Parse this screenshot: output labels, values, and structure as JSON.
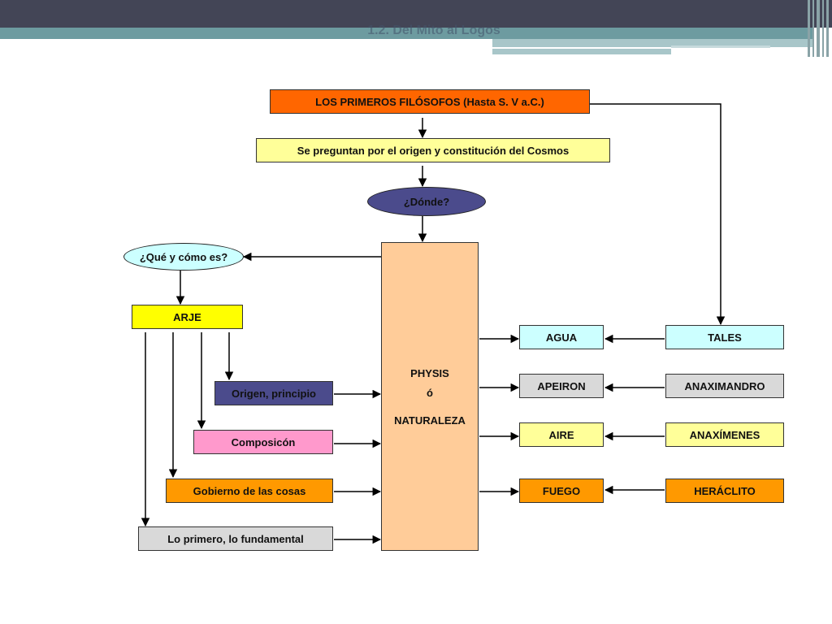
{
  "slide": {
    "title": "1.2. Del Mito al Logos"
  },
  "diagram": {
    "top": "LOS PRIMEROS FILÓSOFOS (Hasta S. V a.C.)",
    "question": "Se preguntan por el origen y constitución del Cosmos",
    "where": "¿Dónde?",
    "what": "¿Qué y cómo es?",
    "arje": "ARJE",
    "physis": {
      "line1": "PHYSIS",
      "line2": "ó",
      "line3": "NATURALEZA"
    },
    "arje_meanings": [
      "Origen, principio",
      "Composicón",
      "Gobierno de las cosas",
      "Lo primero, lo fundamental"
    ],
    "elements": [
      "AGUA",
      "APEIRON",
      "AIRE",
      "FUEGO"
    ],
    "philosophers": [
      "TALES",
      "ANAXIMANDRO",
      "ANAXÍMENES",
      "HERÁCLITO"
    ]
  },
  "colors": {
    "top": "#ff6600",
    "question": "#ffff99",
    "where": "#4b4b8c",
    "what": "#ccffff",
    "arje": "#ffff00",
    "physis": "#ffcc99",
    "origin": "#4b4b8c",
    "composition": "#ff99cc",
    "government": "#ff9900",
    "first": "#d9d9d9",
    "element_light": "#ccffff",
    "element_grey": "#d9d9d9",
    "element_yellow": "#ffff99",
    "element_orange": "#ff9900"
  }
}
